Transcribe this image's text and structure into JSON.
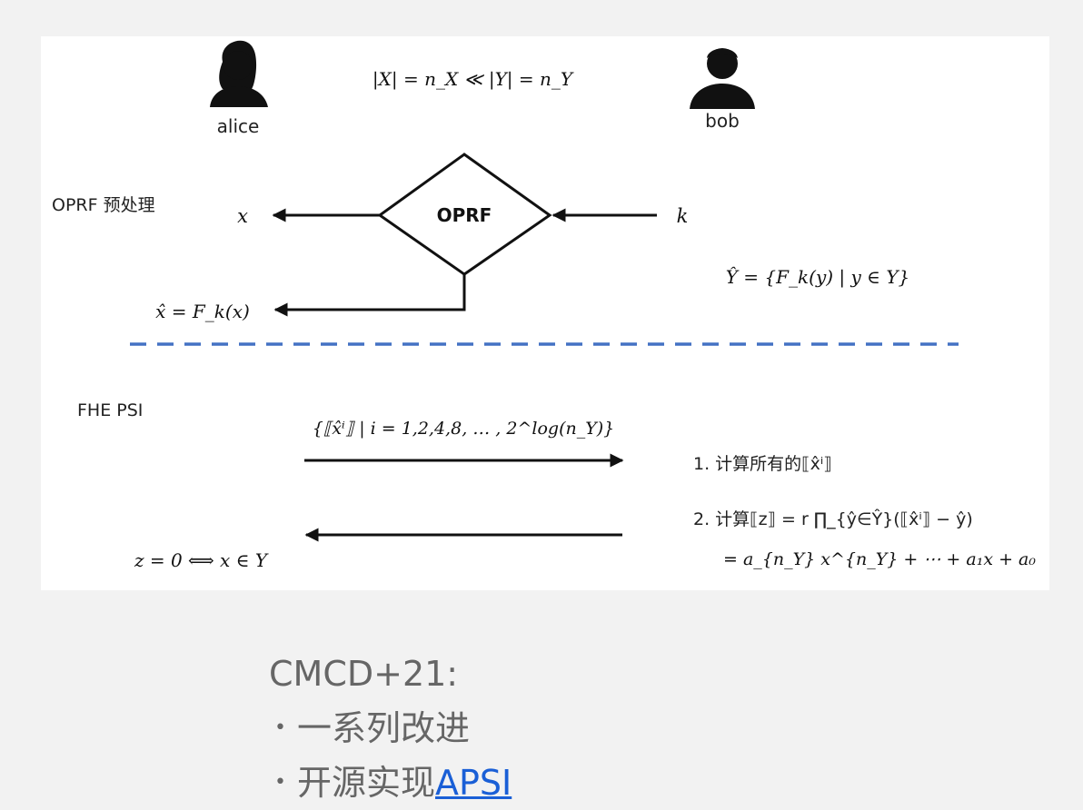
{
  "participants": {
    "alice": "alice",
    "bob": "bob"
  },
  "size_relation": "|X| = n_X ≪ |Y| = n_Y",
  "oprf": {
    "section_label": "OPRF 预处理",
    "box_label": "OPRF",
    "alice_output": "x",
    "bob_input": "k",
    "alice_result": "x̂ = F_k(x)",
    "bob_set": "Ŷ = {F_k(y) | y ∈ Y}"
  },
  "fhe": {
    "section_label": "FHE PSI",
    "message_to_bob": "{⟦x̂ⁱ⟧ | i = 1,2,4,8, … , 2^log(n_Y)}",
    "step1": "1. 计算所有的⟦x̂ⁱ⟧",
    "step2_line1": "2. 计算⟦z⟧ = r ∏_{ŷ∈Ŷ}(⟦x̂ⁱ⟧ − ŷ)",
    "step2_line2": "= a_{n_Y} x^{n_Y} + ⋯ + a₁x + a₀",
    "result": "z = 0 ⟺ x ∈ Y"
  },
  "colors": {
    "divider": "#4472c4",
    "link": "#1a5fd6",
    "bottom_text": "#666666"
  },
  "footer": {
    "heading": "CMCD+21:",
    "bullet1": "一系列改进",
    "bullet2_prefix": "开源实现",
    "bullet2_link": "APSI"
  }
}
